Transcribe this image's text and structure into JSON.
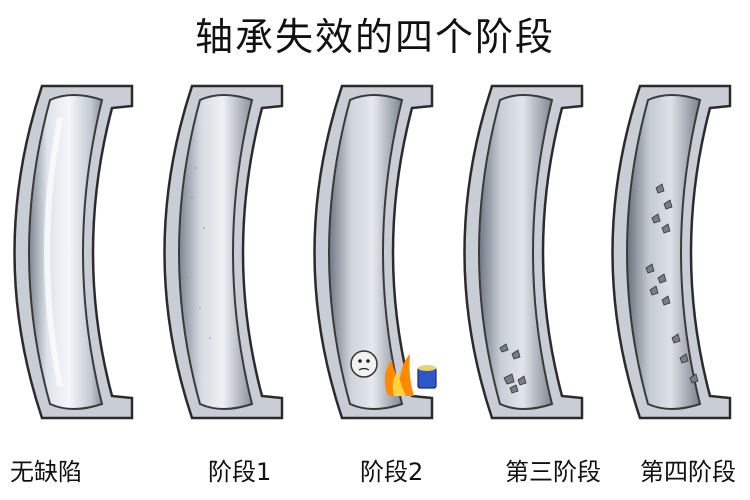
{
  "title": "轴承失效的四个阶段",
  "stages": [
    {
      "label": "无缺陷",
      "condition": "no-defect"
    },
    {
      "label": "阶段1",
      "condition": "light-wear"
    },
    {
      "label": "阶段2",
      "condition": "heat-damage"
    },
    {
      "label": "第三阶段",
      "condition": "spalling"
    },
    {
      "label": "第四阶段",
      "condition": "severe-spalling"
    }
  ],
  "colors": {
    "metal_light": "#e8ecf2",
    "metal_mid": "#b9c0cb",
    "metal_dark": "#6b7280",
    "outline": "#2b2b2b",
    "flame": "#ff8a00",
    "debris": "#7a7d83"
  }
}
